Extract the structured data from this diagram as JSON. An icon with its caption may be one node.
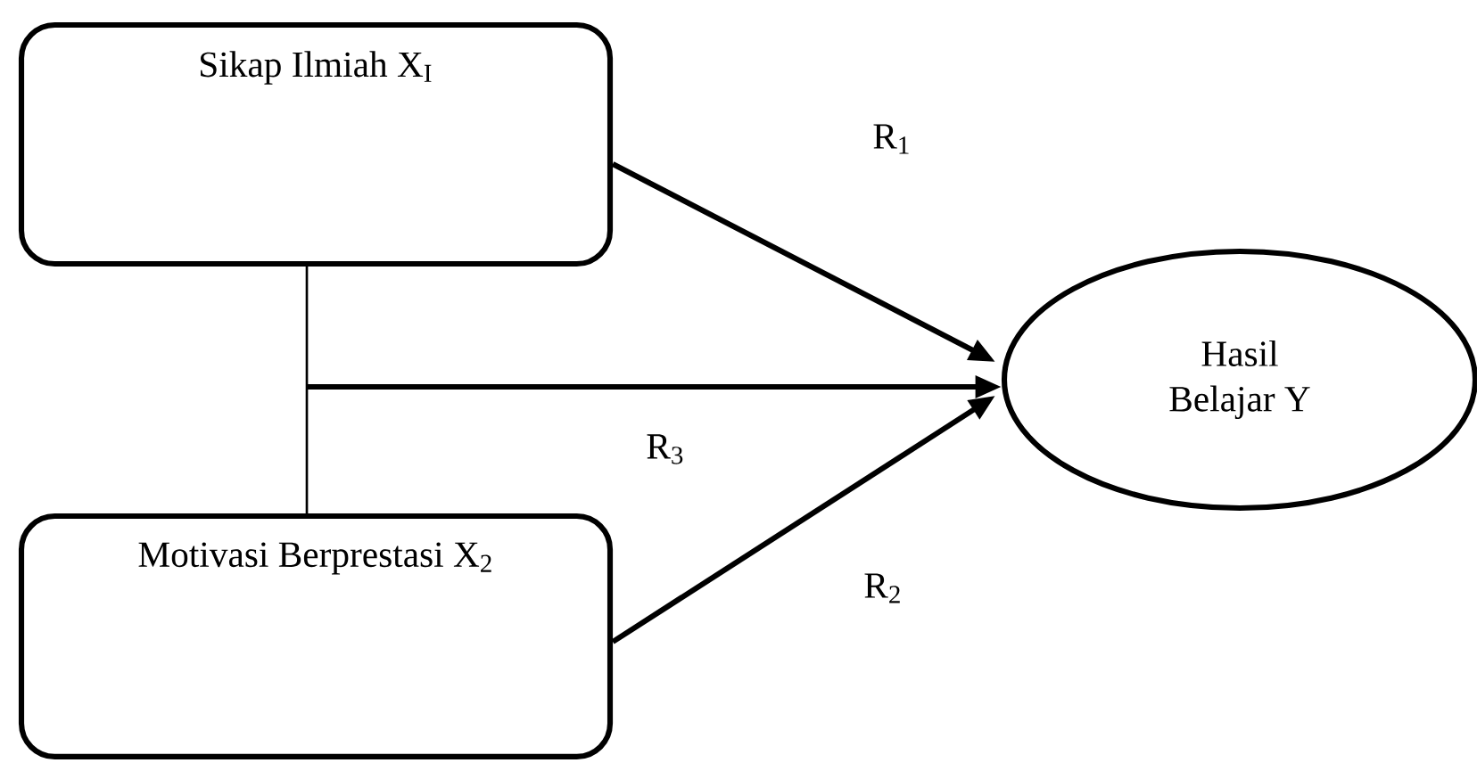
{
  "diagram": {
    "nodes": [
      {
        "text": [
          "Sikap Ilmiah X$_{I}$"
        ]
      },
      {
        "text": [
          "Motivasi Berprestasi X$_{2}$"
        ]
      },
      {
        "text": [
          "Hasil Belajar Y"
        ]
      }
    ],
    "edges": [
      {
        "from": 0,
        "to": 2,
        "arrow": "to",
        "label": "R$_{1}$"
      },
      {
        "from": 1,
        "to": 2,
        "arrow": "to",
        "label": "R$_{2}$"
      },
      {
        "from": 0,
        "to": 1,
        "arrow": "none"
      },
      {
        "from": null,
        "to": 2,
        "arrow": "to",
        "label": "R$_{3}$"
      }
    ]
  }
}
